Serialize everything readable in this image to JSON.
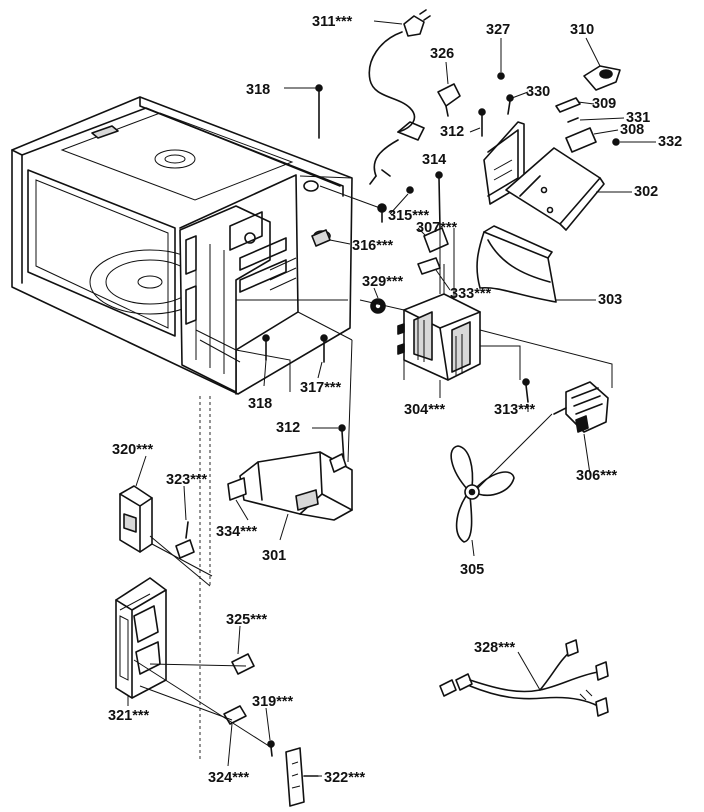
{
  "diagram": {
    "labels": [
      {
        "id": "311",
        "text": "311***"
      },
      {
        "id": "327",
        "text": "327"
      },
      {
        "id": "310",
        "text": "310"
      },
      {
        "id": "326",
        "text": "326"
      },
      {
        "id": "318a",
        "text": "318"
      },
      {
        "id": "330",
        "text": "330"
      },
      {
        "id": "309",
        "text": "309"
      },
      {
        "id": "331",
        "text": "331"
      },
      {
        "id": "308",
        "text": "308"
      },
      {
        "id": "332",
        "text": "332"
      },
      {
        "id": "312a",
        "text": "312"
      },
      {
        "id": "314",
        "text": "314"
      },
      {
        "id": "302",
        "text": "302"
      },
      {
        "id": "315",
        "text": "315***"
      },
      {
        "id": "307",
        "text": "307***"
      },
      {
        "id": "316",
        "text": "316***"
      },
      {
        "id": "333",
        "text": "333***"
      },
      {
        "id": "303",
        "text": "303"
      },
      {
        "id": "329",
        "text": "329***"
      },
      {
        "id": "317",
        "text": "317***"
      },
      {
        "id": "318b",
        "text": "318"
      },
      {
        "id": "304",
        "text": "304***"
      },
      {
        "id": "313",
        "text": "313***"
      },
      {
        "id": "312b",
        "text": "312"
      },
      {
        "id": "320",
        "text": "320***"
      },
      {
        "id": "323",
        "text": "323***"
      },
      {
        "id": "306",
        "text": "306***"
      },
      {
        "id": "334",
        "text": "334***"
      },
      {
        "id": "301",
        "text": "301"
      },
      {
        "id": "305",
        "text": "305"
      },
      {
        "id": "325",
        "text": "325***"
      },
      {
        "id": "328",
        "text": "328***"
      },
      {
        "id": "319",
        "text": "319***"
      },
      {
        "id": "321",
        "text": "321***"
      },
      {
        "id": "324",
        "text": "324***"
      },
      {
        "id": "322",
        "text": "322***"
      }
    ]
  }
}
